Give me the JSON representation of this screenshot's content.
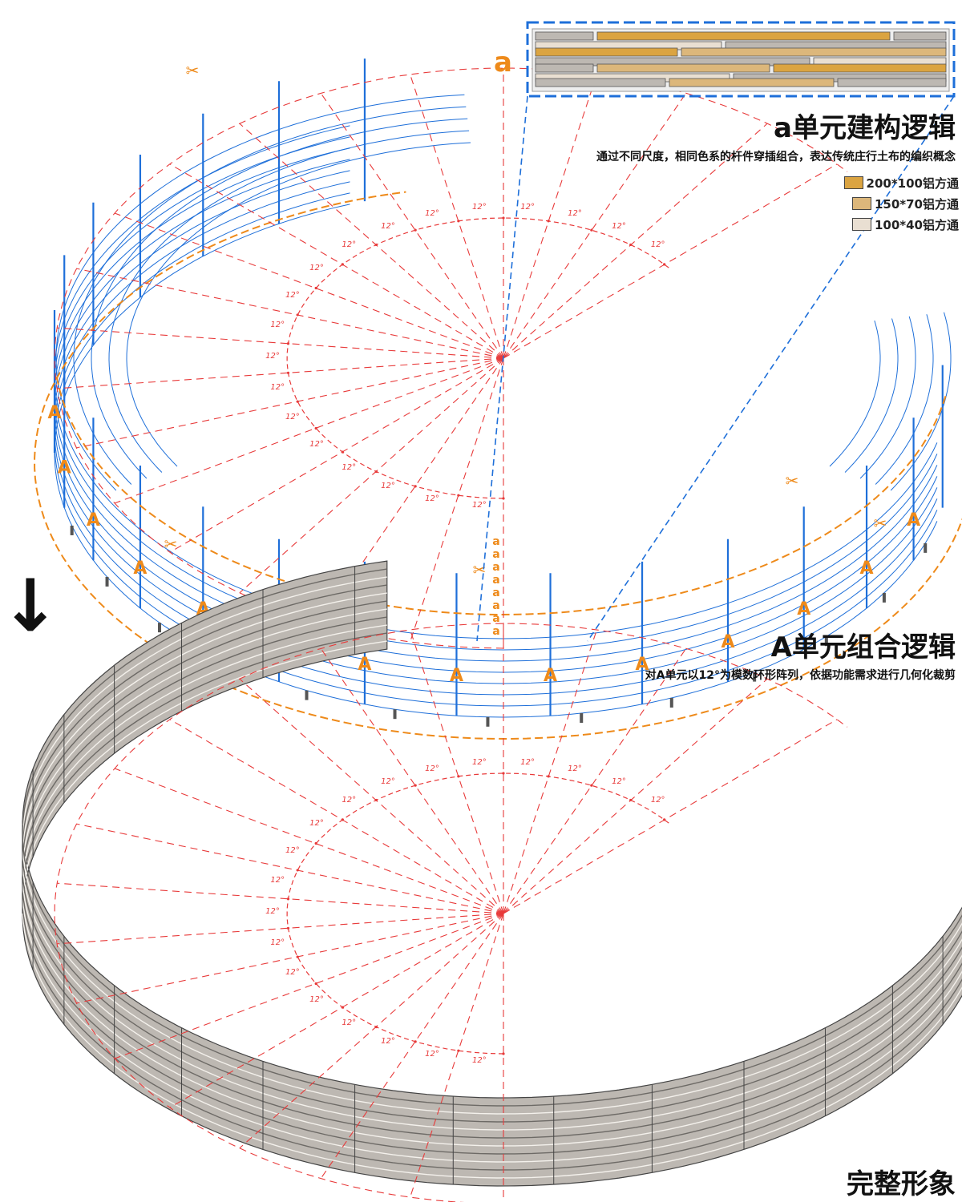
{
  "section_a": {
    "marker": "a",
    "title": "a单元建构逻辑",
    "description": "通过不同尺度，相同色系的杆件穿插组合，表达传统庄行土布的编织概念"
  },
  "legend": [
    {
      "label": "200*100铝方通",
      "color": "#dba441"
    },
    {
      "label": "150*70铝方通",
      "color": "#dcb77b"
    },
    {
      "label": "100*40铝方通",
      "color": "#e9dfd2"
    }
  ],
  "section_A": {
    "title": "A单元组合逻辑",
    "description": "对A单元以12°为模数环形阵列，依据功能需求进行几何化裁剪",
    "unit_label": "A",
    "subunit_label": "a",
    "angle_label": "12°"
  },
  "section_full": {
    "title": "完整形象"
  },
  "arrow": "↓",
  "colors": {
    "orange": "#ee8a1a",
    "blue": "#1e6fd9",
    "red_dash": "#e83a3a",
    "gray_panel": "#bdb8b2"
  }
}
